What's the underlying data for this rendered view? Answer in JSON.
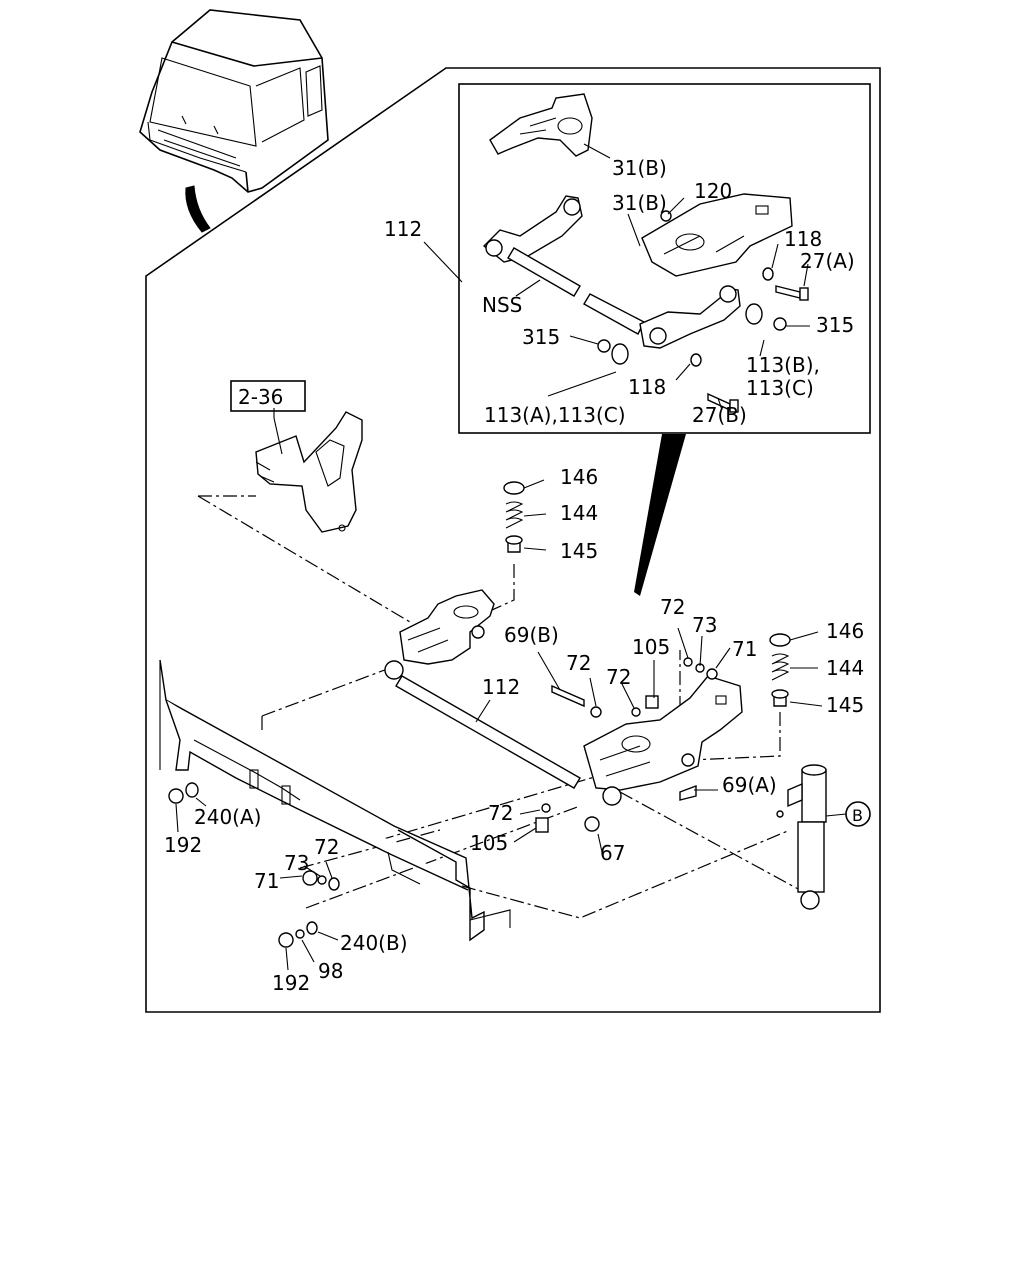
{
  "diagram": {
    "ref_box": "2-36",
    "circle_marker": "B",
    "labels": {
      "inset_31b_top": "31(B)",
      "inset_31b_mid": "31(B)",
      "inset_120": "120",
      "inset_118_top": "118",
      "inset_27a": "27(A)",
      "inset_nss": "NSS",
      "inset_315_left": "315",
      "inset_315_right": "315",
      "inset_113bc_line1": "113(B),",
      "inset_113bc_line2": "113(C)",
      "inset_118_bottom": "118",
      "inset_27b": "27(B)",
      "inset_113ac": "113(A),113(C)",
      "callout_112_top": "112",
      "left_146": "146",
      "left_144": "144",
      "left_145": "145",
      "right_146": "146",
      "right_144": "144",
      "right_145": "145",
      "l_69b": "69(B)",
      "l_72_a": "72",
      "l_72_b": "72",
      "l_72_c": "72",
      "l_73_a": "73",
      "l_105_a": "105",
      "l_71_a": "71",
      "l_112_mid": "112",
      "l_69a": "69(A)",
      "l_72_d": "72",
      "l_105_b": "105",
      "l_67": "67",
      "l_240a": "240(A)",
      "l_192_a": "192",
      "l_73_b": "73",
      "l_72_e": "72",
      "l_71_b": "71",
      "l_240b": "240(B)",
      "l_192_b": "192",
      "l_98": "98"
    }
  }
}
